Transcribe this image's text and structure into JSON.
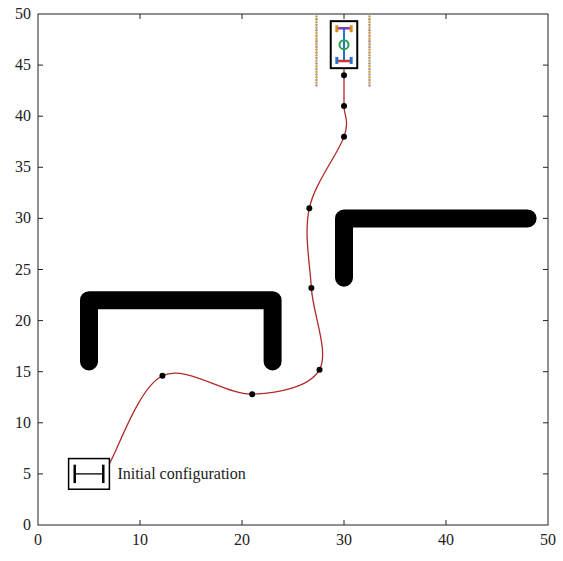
{
  "diagram": {
    "labels": [
      "0",
      "5",
      "10",
      "15",
      "20",
      "25",
      "30",
      "35",
      "40",
      "45",
      "50",
      "0",
      "10",
      "20",
      "30",
      "40",
      "50",
      "Initial configuration"
    ]
  }
}
